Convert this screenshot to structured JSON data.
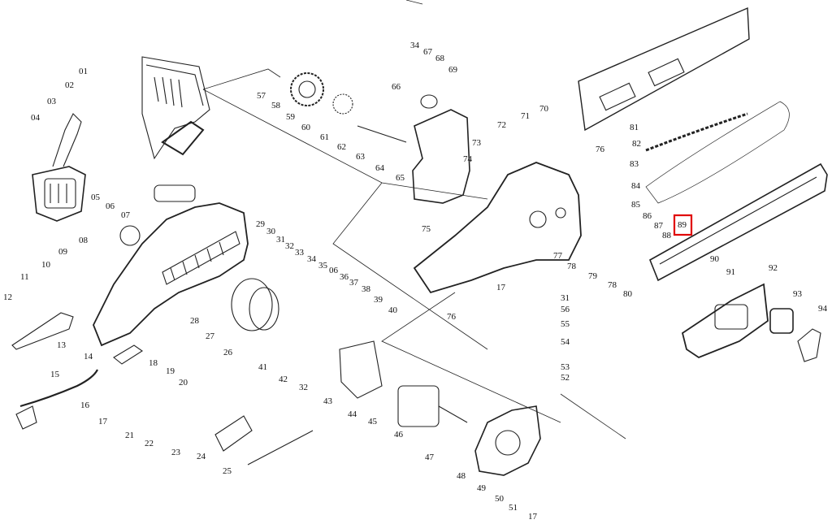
{
  "diagram": {
    "type": "exploded-parts-view",
    "highlighted_part": "89",
    "highlight_color": "#e00000",
    "part_labels": [
      "01",
      "02",
      "03",
      "04",
      "05",
      "06",
      "07",
      "08",
      "09",
      "10",
      "11",
      "12",
      "13",
      "14",
      "15",
      "16",
      "17",
      "18",
      "19",
      "20",
      "21",
      "22",
      "23",
      "24",
      "25",
      "26",
      "27",
      "28",
      "29",
      "30",
      "31",
      "32",
      "33",
      "34",
      "35",
      "36",
      "37",
      "38",
      "39",
      "40",
      "41",
      "42",
      "43",
      "44",
      "45",
      "46",
      "47",
      "48",
      "49",
      "50",
      "51",
      "52",
      "53",
      "54",
      "55",
      "56",
      "57",
      "58",
      "59",
      "60",
      "61",
      "62",
      "63",
      "64",
      "65",
      "66",
      "67",
      "68",
      "69",
      "70",
      "71",
      "72",
      "73",
      "74",
      "75",
      "76",
      "77",
      "78",
      "79",
      "80",
      "81",
      "82",
      "83",
      "84",
      "85",
      "86",
      "87",
      "88",
      "89",
      "90",
      "91",
      "92",
      "93",
      "94"
    ]
  }
}
